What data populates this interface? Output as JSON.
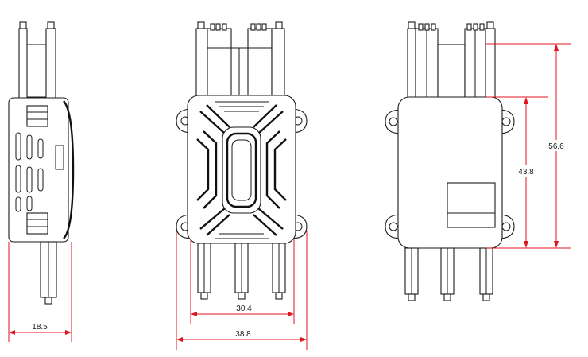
{
  "drawing": {
    "views": [
      "side-view",
      "top-view",
      "bottom-view"
    ],
    "dimension_color": "#e0141e",
    "line_color": "#1a1a1a"
  },
  "dimensions": {
    "side_width": "18.5",
    "mount_hole_spacing": "30.4",
    "overall_width": "38.8",
    "body_length": "43.8",
    "overall_length": "56.6"
  }
}
